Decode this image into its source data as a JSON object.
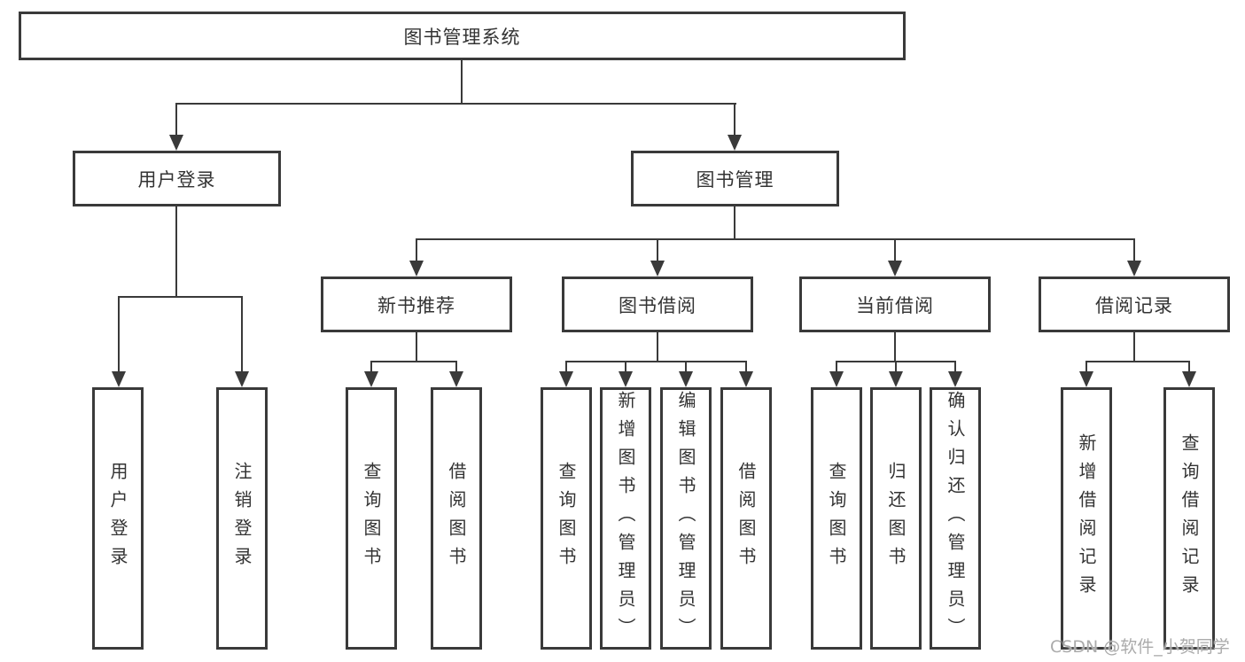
{
  "tree": {
    "id": "root",
    "label": "图书管理系统",
    "children": [
      {
        "id": "user-login",
        "label": "用户登录",
        "children": [
          {
            "id": "leaf-user-login",
            "label": "用户登录"
          },
          {
            "id": "leaf-logout",
            "label": "注销登录"
          }
        ]
      },
      {
        "id": "book-management",
        "label": "图书管理",
        "children": [
          {
            "id": "new-book-recommend",
            "label": "新书推荐",
            "children": [
              {
                "id": "leaf-query-books",
                "label": "查询图书"
              },
              {
                "id": "leaf-borrow-books",
                "label": "借阅图书"
              }
            ]
          },
          {
            "id": "book-borrow",
            "label": "图书借阅",
            "children": [
              {
                "id": "leaf-query-books",
                "label": "查询图书"
              },
              {
                "id": "leaf-add-book-admin",
                "label": "新增图书（管理员）"
              },
              {
                "id": "leaf-edit-book-admin",
                "label": "编辑图书（管理员）"
              },
              {
                "id": "leaf-borrow-books",
                "label": "借阅图书"
              }
            ]
          },
          {
            "id": "current-borrow",
            "label": "当前借阅",
            "children": [
              {
                "id": "leaf-query-books",
                "label": "查询图书"
              },
              {
                "id": "leaf-return-book",
                "label": "归还图书"
              },
              {
                "id": "leaf-confirm-return-admin",
                "label": "确认归还（管理员）"
              }
            ]
          },
          {
            "id": "borrow-records",
            "label": "借阅记录",
            "children": [
              {
                "id": "leaf-add-borrow-record",
                "label": "新增借阅记录"
              },
              {
                "id": "leaf-query-borrow-record",
                "label": "查询借阅记录"
              }
            ]
          }
        ]
      }
    ]
  },
  "watermark": {
    "text": "CSDN @软件_小贺同学"
  },
  "colors": {
    "line": "#3a3a3a",
    "text": "#333333",
    "background": "#ffffff",
    "watermark": "#ababab"
  }
}
